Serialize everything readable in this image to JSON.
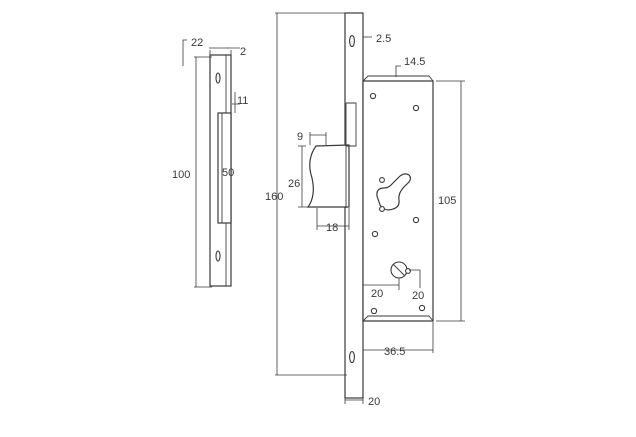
{
  "strike_plate": {
    "dimensions": {
      "width": "22",
      "thickness": "2",
      "height": "100",
      "opening_width": "11",
      "opening_height": "50"
    }
  },
  "lock_body": {
    "dimensions": {
      "faceplate_offset": "2.5",
      "case_offset": "14.5",
      "faceplate_length": "160",
      "latch_depth": "9",
      "latch_height": "26",
      "latch_width": "18",
      "case_height": "105",
      "cylinder_offset": "20",
      "cylinder_height": "20",
      "backset": "36.5",
      "faceplate_width": "20"
    }
  }
}
